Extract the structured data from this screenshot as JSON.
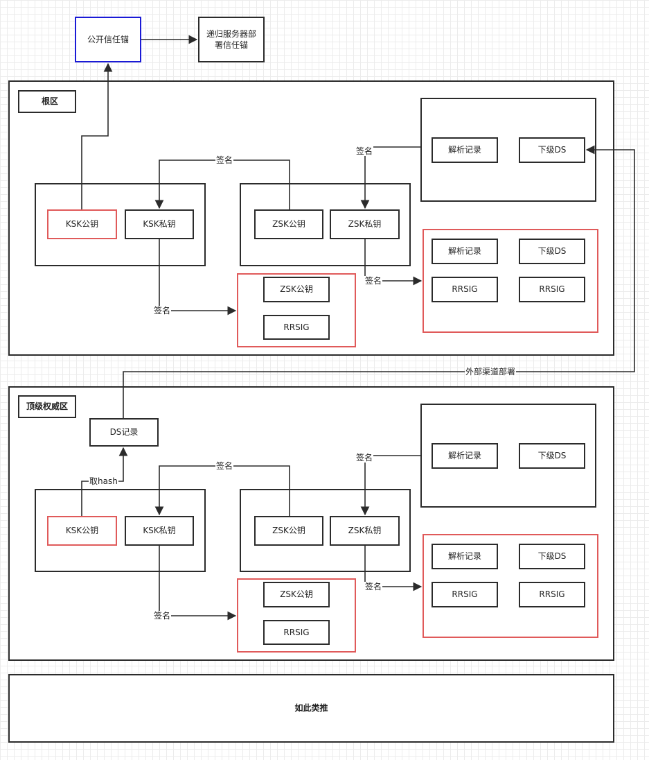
{
  "top": {
    "public_anchor": "公开信任锚",
    "deploy_anchor_line1": "递归服务器部",
    "deploy_anchor_line2": "署信任锚"
  },
  "root_zone": {
    "title": "根区",
    "ksk_pub": "KSK公钥",
    "ksk_priv": "KSK私钥",
    "zsk_pub": "ZSK公钥",
    "zsk_priv": "ZSK私钥",
    "records": {
      "resolve": "解析记录",
      "child_ds": "下级DS"
    },
    "signed_records": {
      "resolve": "解析记录",
      "child_ds": "下级DS",
      "rrsig_1": "RRSIG",
      "rrsig_2": "RRSIG"
    },
    "signed_keys": {
      "zsk_pub": "ZSK公钥",
      "rrsig": "RRSIG"
    },
    "sign_labels": {
      "top": "签名",
      "right": "签名",
      "zsk": "签名",
      "ksk": "签名"
    }
  },
  "external_channel_label": "外部渠道部署",
  "tld_zone": {
    "title": "顶级权威区",
    "ds_record": "DS记录",
    "take_hash_label": "取hash",
    "ksk_pub": "KSK公钥",
    "ksk_priv": "KSK私钥",
    "zsk_pub": "ZSK公钥",
    "zsk_priv": "ZSK私钥",
    "records": {
      "resolve": "解析记录",
      "child_ds": "下级DS"
    },
    "signed_records": {
      "resolve": "解析记录",
      "child_ds": "下级DS",
      "rrsig_1": "RRSIG",
      "rrsig_2": "RRSIG"
    },
    "signed_keys": {
      "zsk_pub": "ZSK公钥",
      "rrsig": "RRSIG"
    },
    "sign_labels": {
      "top": "签名",
      "right": "签名",
      "zsk": "签名",
      "ksk": "签名"
    }
  },
  "etc": "如此类推"
}
